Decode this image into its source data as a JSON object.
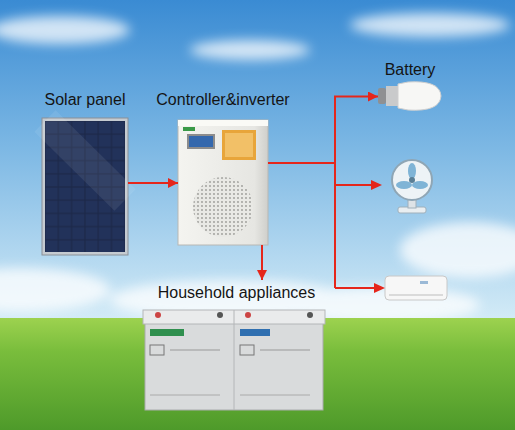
{
  "diagram": {
    "nodes": [
      {
        "text": [
          "Solar panel"
        ]
      },
      {
        "text": [
          "Controller&inverter"
        ]
      },
      {
        "text": [
          "Battery"
        ]
      },
      {
        "text": [
          "Household appliances"
        ]
      }
    ],
    "edges": [
      {
        "from": 0,
        "to": 1,
        "arrow": "to"
      },
      {
        "from": 1,
        "to": 2,
        "arrow": "to"
      },
      {
        "from": 1,
        "to": 3,
        "arrow": "to"
      }
    ]
  }
}
